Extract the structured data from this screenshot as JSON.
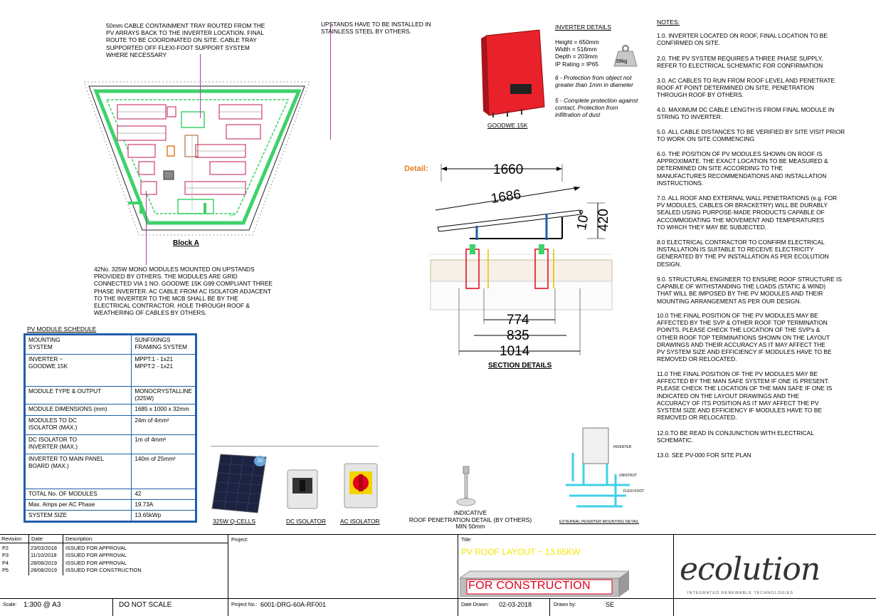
{
  "callouts": {
    "cable_tray": "50mm CABLE CONTAINMENT TRAY ROUTED FROM THE\nPV ARRAYS BACK TO THE INVERTER LOCATION. FINAL\nROUTE TO BE COORDINATED ON SITE. CABLE TRAY\nSUPPORTED OFF FLEXI-FOOT SUPPORT SYSTEM\nWHERE NECESSARY",
    "upstands": "UPSTANDS HAVE TO BE INSTALLED IN\nSTAINLESS STEEL BY OTHERS.",
    "modules": "42No. 325W MONO MODULES MOUNTED ON UPSTANDS\nPROVIDED BY OTHERS. THE MODULES ARE GRID\nCONNECTED VIA 1 NO. GOODWE 15K G99 COMPLIANT THREE\nPHASE INVERTER. AC CABLE FROM AC ISOLATOR ADJACENT\nTO THE INVERTER TO THE MCB SHALL BE BY THE\nELECTRICAL CONTRACTOR. HOLE THROUGH ROOF &\nWEATHERING OF CABLES BY OTHERS."
  },
  "block_label": "Block A",
  "inverter": {
    "heading": "INVERTER DETAILS",
    "specs": "Height = 650mm\nWidth = 516mm\nDepth = 203mm\nIP Rating = IP65",
    "weight": "39kg",
    "ip6": "6 - Protection from object not\n    greater than 1mm in diameter",
    "ip5": "5 -  Complete protection against\n     contact, Protection from\n     infiltration of dust",
    "caption": "GOODWE 15K"
  },
  "section": {
    "detail_label": "Detail:",
    "dim_1660": "1660",
    "dim_1686": "1686",
    "dim_10": "10°",
    "dim_420": "420",
    "dim_774": "774",
    "dim_835": "835",
    "dim_1014": "1014",
    "caption": "SECTION DETAILS"
  },
  "notes": {
    "heading": "NOTES:",
    "items": [
      "1.0.  INVERTER LOCATED ON ROOF, FINAL LOCATION TO BE\n        CONFIRMED ON SITE.",
      "2.0. THE PV SYSTEM REQUIRES A THREE PHASE SUPPLY,\n        REFER TO ELECTRICAL SCHEMATIC FOR CONFIRMATION",
      "3.0. AC CABLES TO RUN FROM ROOF LEVEL AND  PENETRATE\n        ROOF AT POINT DETERMINED ON SITE. PENETRATION\n        THROUGH ROOF BY OTHERS.",
      "4.0. MAXIMUM DC CABLE LENGTH IS FROM FINAL MODULE IN\n        STRING TO INVERTER.",
      "5.0. ALL CABLE DISTANCES TO BE VERIFIED BY SITE VISIT PRIOR\n        TO WORK ON SITE COMMENCING",
      "6.0. THE POSITION OF PV MODULES SHOWN ON ROOF IS\n        APPROXIMATE. THE EXACT LOCATION TO BE MEASURED &\n        DETERMINED ON SITE ACCORDING TO THE\n        MANUFACTURES RECOMMENDATIONS AND INSTALLATION\n        INSTRUCTIONS.",
      "7.0. ALL ROOF AND EXTERNAL WALL PENETRATIONS (e.g. FOR\n        PV MODULES, CABLES OR BRACKETRY) WILL BE DURABLY\n        SEALED USING PURPOSE-MADE PRODUCTS CAPABLE OF\n        ACCOMMODATING THE MOVEMENT AND TEMPERATURES\n        TO WHICH THEY MAY BE SUBJECTED.",
      "8.0  ELECTRICAL CONTRACTOR TO CONFIRM ELECTRICAL\n        INSTALLATION IS SUITABLE TO RECEIVE ELECTRICITY\n        GENERATED BY THE PV INSTALLATION AS PER ECOLUTION\n        DESIGN.",
      "9.0.  STRUCTURAL ENGINEER TO ENSURE ROOF STRUCTURE IS\n        CAPABLE OF WITHSTANDING THE LOADS (STATIC & WIND)\n        THAT WILL BE IMPOSED BY THE PV MODULES AND THEIR\n        MOUNTING ARRANGEMENT AS PER OUR DESIGN.",
      "10.0 THE FINAL POSITION OF THE PV MODULES MAY BE\n        AFFECTED BY THE SVP & OTHER ROOF TOP TERMINATION\n        POINTS. PLEASE CHECK THE LOCATION OF THE SVP's &\n        OTHER ROOF TOP TERMINATIONS SHOWN ON THE LAYOUT\n        DRAWINGS AND THEIR ACCURACY AS IT MAY AFFECT THE\n        PV SYSTEM SIZE AND EFFICIENCY IF MODULES HAVE TO BE\n        REMOVED OR RELOCATED.",
      "11.0 THE FINAL POSITION OF THE PV MODULES MAY BE\n        AFFECTED BY THE MAN SAFE SYSTEM IF ONE IS PRESENT.\n        PLEASE CHECK THE LOCATION OF THE MAN SAFE IF ONE IS\n        INDICATED ON THE LAYOUT DRAWINGS AND THE\n        ACCURACY OF ITS POSITION AS IT MAY AFFECT THE PV\n        SYSTEM SIZE AND EFFICIENCY IF MODULES HAVE TO BE\n        REMOVED OR RELOCATED.",
      "12.0.TO BE READ IN CONJUNCTION WITH ELECTRICAL\n        SCHEMATIC.",
      "13.0.  SEE PV-000 FOR SITE PLAN"
    ]
  },
  "schedule": {
    "heading": "PV MODULE SCHEDULE",
    "rows": [
      [
        "MOUNTING\n   SYSTEM",
        "SUNFIXINGS\nFRAMING SYSTEM"
      ],
      [
        "INVERTER ~\n   GOODWE 15K",
        "MPPT:1 - 1x21\nMPPT:2 - 1x21"
      ],
      [
        "MODULE  TYPE & OUTPUT",
        "MONOCRYSTALLINE\n(325W)"
      ],
      [
        "MODULE DIMENSIONS (mm)",
        "1685 x 1000 x 32mm"
      ],
      [
        "MODULES TO DC\nISOLATOR (MAX.)",
        "24m of 4mm²"
      ],
      [
        "DC ISOLATOR TO\nINVERTER (MAX.)",
        "1m of 4mm²"
      ],
      [
        "INVERTER TO MAIN PANEL\nBOARD (MAX.)",
        "140m of 25mm²"
      ],
      [
        "TOTAL No. OF MODULES",
        "42"
      ],
      [
        "Max. Amps per AC Phase",
        "19.73A"
      ],
      [
        "SYSTEM SIZE",
        "13.65kWp"
      ]
    ]
  },
  "components": {
    "panel": "325W Q-CELLS",
    "panel_badge": "20",
    "dc_isolator": "DC ISOLATOR",
    "ac_isolator": "AC ISOLATOR",
    "penetration": "INDICATIVE\nROOF PENETRATION DETAIL (BY OTHERS)\nMIN 50mm",
    "mount_caption": "EXTERNAL INVERTER MOUNTING DETAIL",
    "mount_labels": [
      "INVERTER",
      "UNISTRUT",
      "FLEXI-FOOT"
    ]
  },
  "title_block": {
    "revision_h": "Revision",
    "date_h": "Date:",
    "desc_h": "Description:",
    "revisions": [
      {
        "rev": "P2",
        "date": "23/03/2018",
        "desc": "ISSUED FOR APPROVAL"
      },
      {
        "rev": "P3",
        "date": "11/10/2018",
        "desc": "ISSUED FOR APPROVAL"
      },
      {
        "rev": "P4",
        "date": "28/08/2019",
        "desc": "ISSUED FOR APPROVAL"
      },
      {
        "rev": "P5",
        "date": "28/08/2019",
        "desc": "ISSUED FOR CONSTRUCTION"
      }
    ],
    "project_h": "Project:",
    "title_h": "Title:",
    "title": "PV ROOF LAYOUT ~ 13.65KW",
    "stamp": "FOR CONSTRUCTION",
    "scale_h": "Scale:",
    "scale": "1:300 @ A3",
    "do_not_scale": "DO NOT SCALE",
    "project_no_h": "Project No.:",
    "project_no": "6001-DRG-60A-RF001",
    "date_drawn_h": "Date Drawn:",
    "date_drawn": "02-03-2018",
    "drawn_by_h": "Drawn by:",
    "drawn_by": "SE",
    "logo": "ecolution",
    "logo_tag": "INTEGRATED RENEWABLE TECHNOLOGIES"
  },
  "colors": {
    "accent_green": "#3ed26a",
    "frame_blue": "#1f5fa8",
    "stamp_red": "#e0001a",
    "title_yellow": "#f3e600",
    "inverter_red": "#e8212b",
    "detail_orange": "#e67e22",
    "cyan": "#40d0e8"
  }
}
